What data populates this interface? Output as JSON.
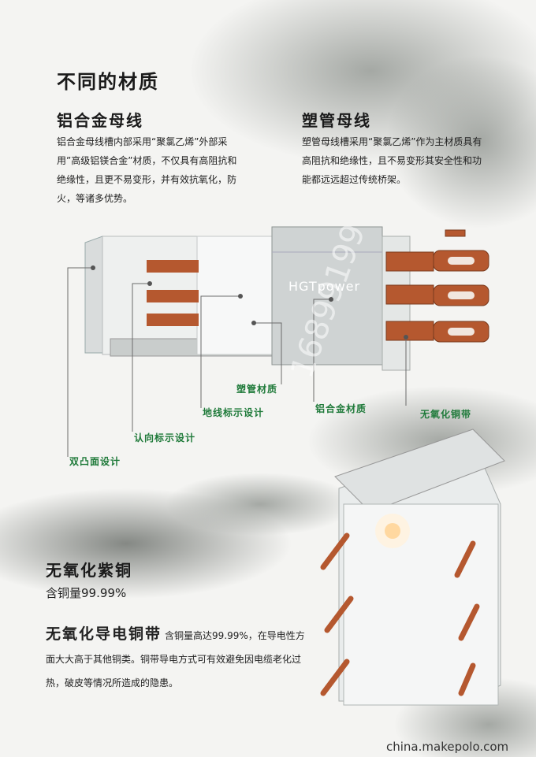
{
  "page_title": "不同的材质",
  "sections": {
    "aluminum": {
      "title": "铝合金母线",
      "body": "铝合金母线槽内部采用“聚氯乙烯”外部采用”高级铝镁合金”材质，不仅具有高阻抗和绝缘性，且更不易变形，并有效抗氧化，防火，等诸多优势。"
    },
    "plastic": {
      "title": "塑管母线",
      "body": "塑管母线槽采用“聚氯乙烯”作为主材质具有高阻抗和绝缘性，且不易变形其安全性和功能都远远超过传统桥架。"
    }
  },
  "product_brand": "HGTpower",
  "watermark": "16899199",
  "callouts": {
    "plastic_material": "塑管材质",
    "ground_mark": "地线标示设计",
    "direction_mark": "认向标示设计",
    "double_convex": "双凸面设计",
    "aluminum_material": "铝合金材质",
    "oxygen_free_strip": "无氧化铜带"
  },
  "copper": {
    "title": "无氧化紫铜",
    "subtitle": "含铜量99.99%",
    "strip_title": "无氧化导电铜带",
    "strip_body": "含铜量高达99.99%，在导电性方面大大高于其他铜类。铜带导电方式可有效避免因电缆老化过热，破皮等情况所造成的隐患。"
  },
  "footer": "china.makepolo.com",
  "colors": {
    "accent": "#1f7a3a",
    "copper": "#b5582f"
  }
}
